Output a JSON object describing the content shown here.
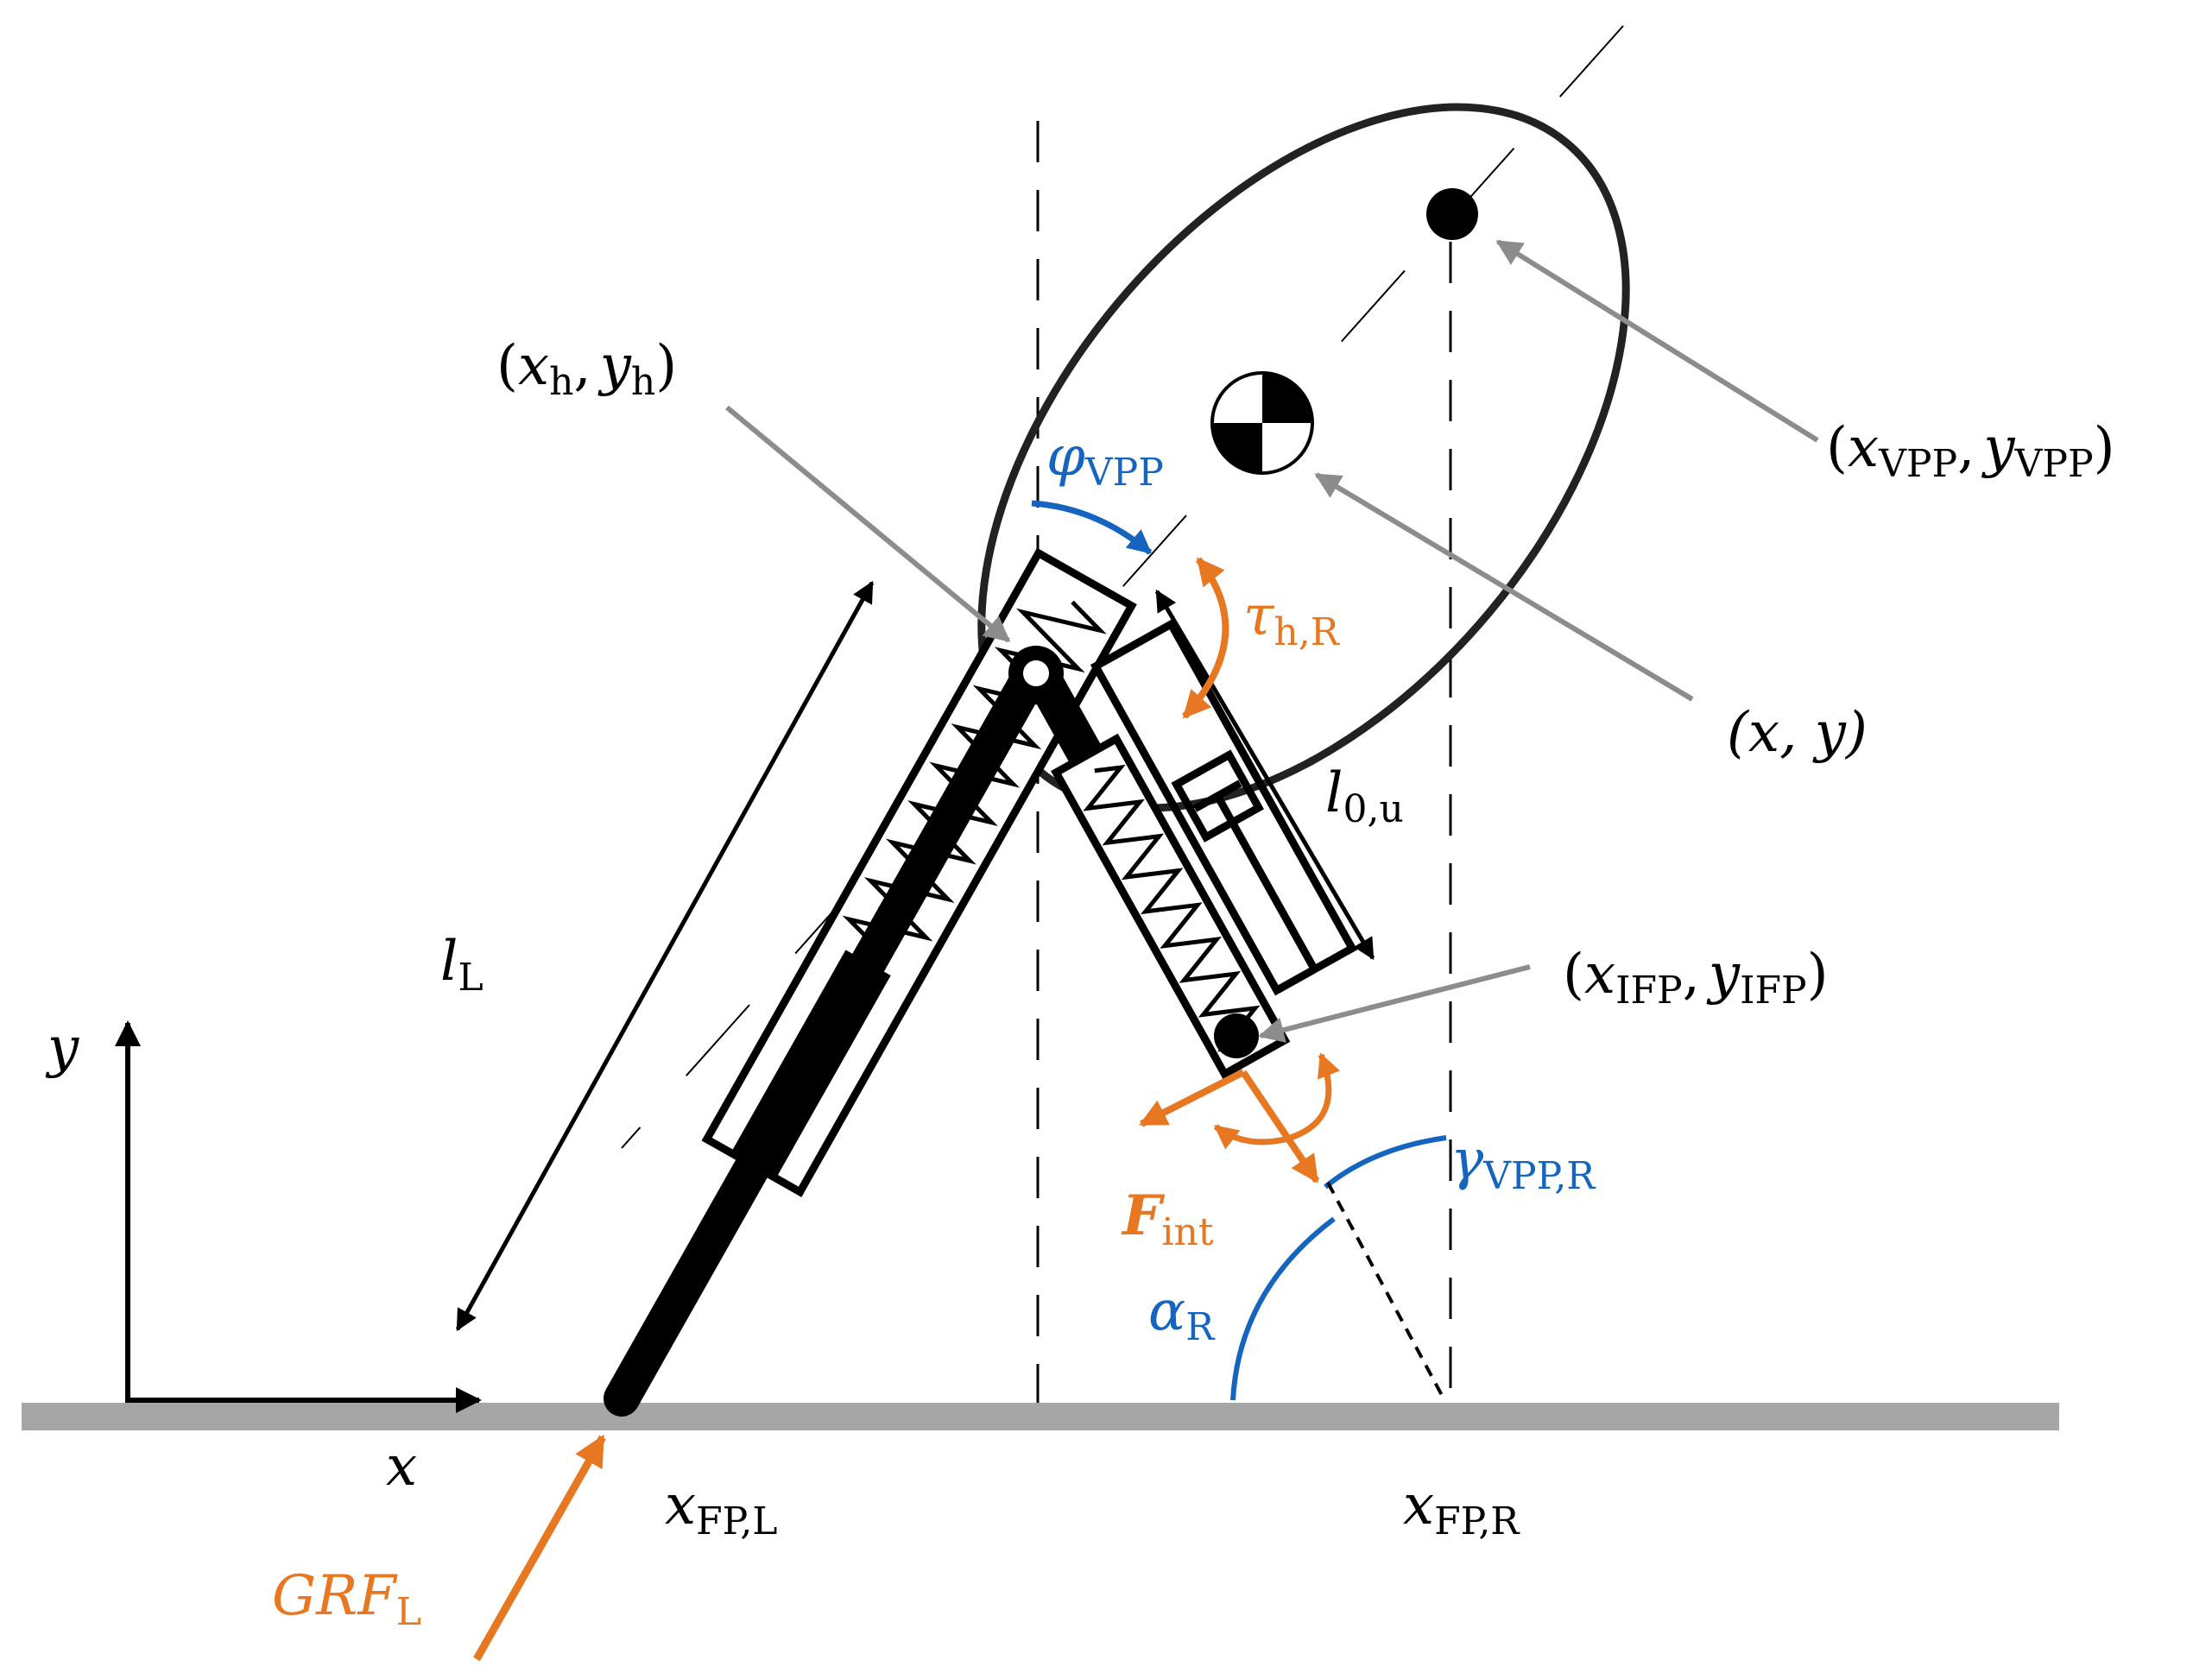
{
  "colors": {
    "black": "#000000",
    "outline": "#222222",
    "ground": "#a6a6a6",
    "pointer": "#8c8c8c",
    "orange": "#e87722",
    "blue": "#1565c0"
  },
  "labels": {
    "hip": {
      "open": "(",
      "x": "x",
      "xs": "h",
      "comma": ",",
      "y": "y",
      "ys": "h",
      "close": ")"
    },
    "vpp": {
      "open": "(",
      "x": "x",
      "xs": "VPP",
      "comma": ",",
      "y": "y",
      "ys": "VPP",
      "close": ")"
    },
    "com": {
      "text": "(x, y)"
    },
    "ifp": {
      "open": "(",
      "x": "x",
      "xs": "IFP",
      "comma": ",",
      "y": "y",
      "ys": "IFP",
      "close": ")"
    },
    "phi": {
      "main": "φ",
      "sub": "VPP"
    },
    "tau": {
      "main": "τ",
      "sub": "h,R"
    },
    "l0u": {
      "main": "l",
      "sub": "0,u"
    },
    "lL": {
      "main": "l",
      "sub": "L"
    },
    "yaxis": {
      "text": "y"
    },
    "xaxis": {
      "text": "x"
    },
    "gamma": {
      "main": "γ",
      "sub": "VPP,R"
    },
    "fint": {
      "main": "F",
      "sub": "int"
    },
    "alpha": {
      "main": "α",
      "sub": "R"
    },
    "xfpl": {
      "main": "x",
      "sub": "FP,L"
    },
    "xfpr": {
      "main": "x",
      "sub": "FP,R"
    },
    "grf": {
      "main": "GRF",
      "sub": "L"
    }
  }
}
